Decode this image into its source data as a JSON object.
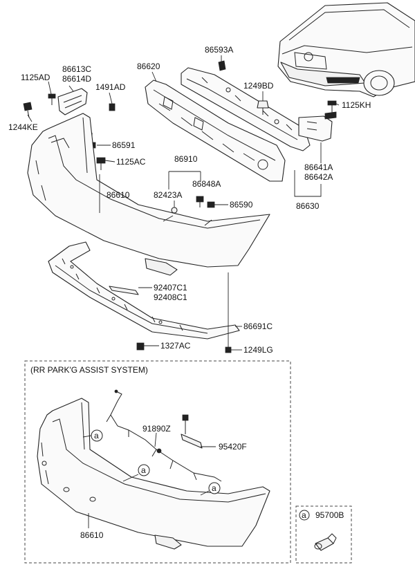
{
  "parts": {
    "p86593A": "86593A",
    "p86620": "86620",
    "p1249BD": "1249BD",
    "p1125KH": "1125KH",
    "p86613C": "86613C",
    "p86614D": "86614D",
    "p1125AD": "1125AD",
    "p1491AD": "1491AD",
    "p1244KE": "1244KE",
    "p86591": "86591",
    "p1125AC": "1125AC",
    "p86910": "86910",
    "p82423A": "82423A",
    "p86848A": "86848A",
    "p86590": "86590",
    "p86610": "86610",
    "p86641A": "86641A",
    "p86642A": "86642A",
    "p86630": "86630",
    "p92407C1": "92407C1",
    "p92408C1": "92408C1",
    "p86691C": "86691C",
    "p1327AC": "1327AC",
    "p1249LG": "1249LG",
    "p91890Z": "91890Z",
    "p95420F": "95420F",
    "p86610b": "86610",
    "p95700B": "95700B"
  },
  "callouts": {
    "a": "a"
  },
  "section_title": "(RR PARK'G ASSIST SYSTEM)"
}
